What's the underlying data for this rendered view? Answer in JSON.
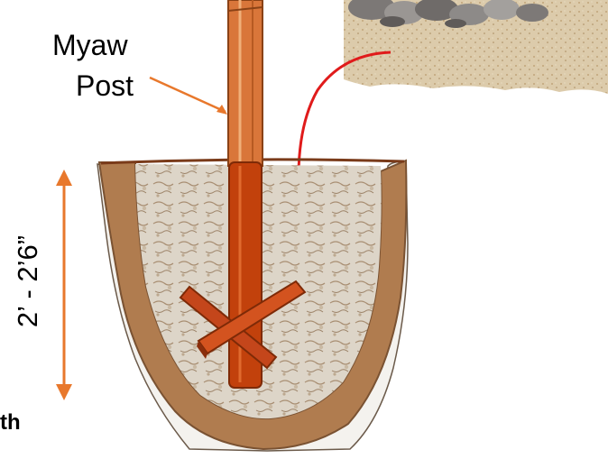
{
  "labels": {
    "post_line1": "Myaw",
    "post_line2": "Post",
    "depth": "2’ - 2’6”",
    "cut_text": "th"
  },
  "colors": {
    "soil_brown": "#b07c4f",
    "post_orange": "#d9763a",
    "post_red_buried": "#c2410c",
    "crossbar_red": "#c4461b",
    "gravel_fill": "#d8cfc2",
    "arrow_orange": "#e8782c",
    "callout_red": "#e01b1b",
    "sand": "#d9c7a6",
    "stones": "#8d8a88"
  },
  "icons": {
    "stones": "gravel-stones-icon",
    "crossbars": "anchor-crossbar-icon"
  }
}
